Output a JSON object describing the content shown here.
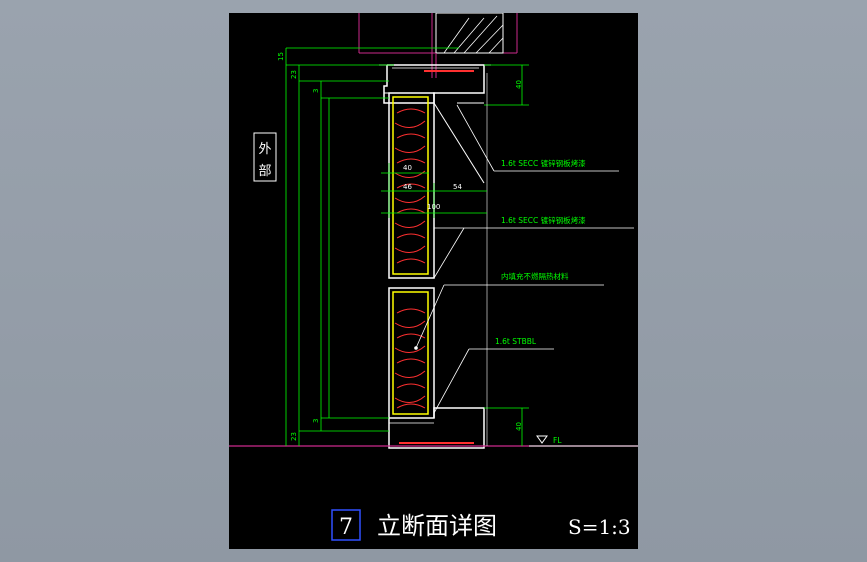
{
  "drawing": {
    "side_label_top": "外",
    "side_label_bottom": "部",
    "dims": {
      "top_15": "15",
      "top_23": "23",
      "top_3": "3",
      "bot_3": "3",
      "bot_23": "23",
      "right_top_40": "40",
      "right_bot_40": "40",
      "w40": "40",
      "w46": "46",
      "w54": "54",
      "w100": "100"
    },
    "notes": {
      "note1": "1.6t SECC 镀锌钢板烤漆",
      "note2": "1.6t SECC 镀锌钢板烤漆",
      "note3": "内填充不燃隔热材料",
      "note4": "1.6t STBBL",
      "fl": "FL"
    },
    "title": {
      "number": "7",
      "name": "立断面详图",
      "scale": "S=1:3"
    }
  },
  "colors": {
    "background": "#9aa3ae",
    "sheet": "#000000",
    "outline": "#ffffff",
    "dimension": "#00ff00",
    "insulation": "#ff3030",
    "fill": "#ffff00",
    "accent": "#cc2a8c",
    "title_box": "#3050ff"
  }
}
